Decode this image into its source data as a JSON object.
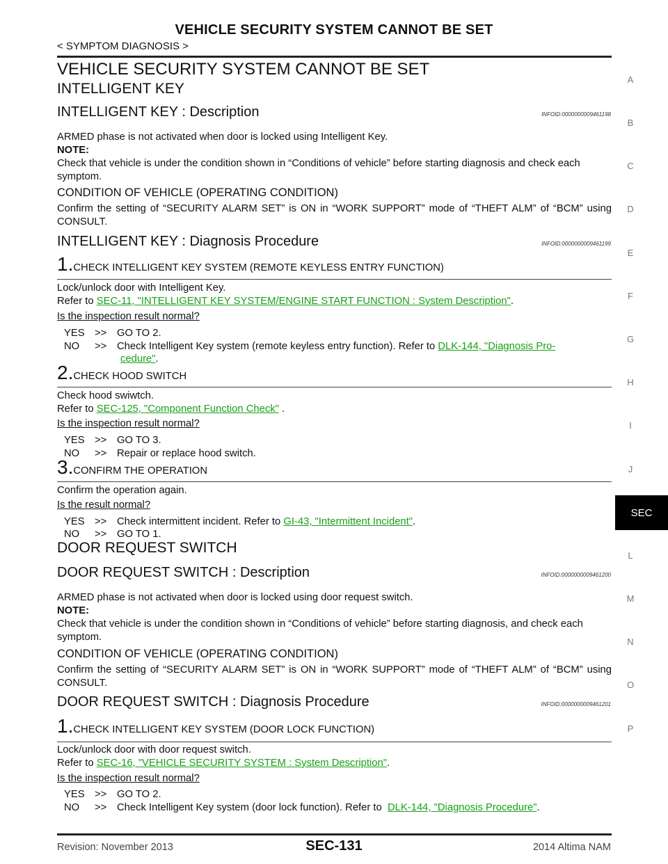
{
  "header": {
    "title": "VEHICLE SECURITY SYSTEM CANNOT BE SET",
    "crumb": "< SYMPTOM DIAGNOSIS >"
  },
  "section1": {
    "title": "VEHICLE SECURITY SYSTEM CANNOT BE SET",
    "subtitle": "INTELLIGENT KEY",
    "desc_heading": "INTELLIGENT KEY : Description",
    "desc_infoid": "INFOID:0000000009461198",
    "desc_text": "ARMED phase is not activated when door is locked using Intelligent Key.",
    "note_label": "NOTE:",
    "note_text": "Check that vehicle is under the condition shown in “Conditions of vehicle” before starting diagnosis and check each symptom.",
    "condition_heading": "CONDITION OF VEHICLE (OPERATING CONDITION)",
    "condition_text": "Confirm the setting of “SECURITY ALARM SET” is ON in “WORK SUPPORT” mode of “THEFT ALM” of “BCM” using CONSULT.",
    "diag_heading": "INTELLIGENT KEY : Diagnosis Procedure",
    "diag_infoid": "INFOID:0000000009461199",
    "step1": {
      "num": "1.",
      "title": "CHECK INTELLIGENT KEY SYSTEM (REMOTE KEYLESS ENTRY FUNCTION)",
      "line1": "Lock/unlock door with Intelligent Key.",
      "refer_prefix": "Refer to ",
      "refer_link": "SEC-11, \"INTELLIGENT KEY SYSTEM/ENGINE START FUNCTION : System Description\"",
      "refer_suffix": ".",
      "question": "Is the inspection result normal?",
      "yes_label": "YES",
      "yes_arrow": ">>",
      "yes_text": "GO TO 2.",
      "no_label": "NO",
      "no_arrow": ">>",
      "no_text": "Check Intelligent Key system (remote keyless entry function). Refer to ",
      "no_link_a": "DLK-144, \"Diagnosis Pro-",
      "no_link_b": "cedure\"",
      "no_suffix": "."
    },
    "step2": {
      "num": "2.",
      "title": "CHECK HOOD SWITCH",
      "line1": "Check hood swiwtch.",
      "refer_prefix": "Refer to ",
      "refer_link": "SEC-125, \"Component Function Check\"",
      "refer_suffix": " .",
      "question": "Is the inspection result normal?",
      "yes_label": "YES",
      "yes_arrow": ">>",
      "yes_text": "GO TO 3.",
      "no_label": "NO",
      "no_arrow": ">>",
      "no_text": "Repair or replace hood switch."
    },
    "step3": {
      "num": "3.",
      "title": "CONFIRM THE OPERATION",
      "line1": "Confirm the operation again.",
      "question": "Is the result normal?",
      "yes_label": "YES",
      "yes_arrow": ">>",
      "yes_text": "Check intermittent incident. Refer to ",
      "yes_link": "GI-43, \"Intermittent Incident\"",
      "yes_suffix": ".",
      "no_label": "NO",
      "no_arrow": ">>",
      "no_text": "GO TO 1."
    }
  },
  "section2": {
    "title": "DOOR REQUEST SWITCH",
    "desc_heading": "DOOR REQUEST SWITCH : Description",
    "desc_infoid": "INFOID:0000000009461200",
    "desc_text": "ARMED phase is not activated when door is locked using door request switch.",
    "note_label": "NOTE:",
    "note_text": "Check that vehicle is under the condition shown in “Conditions of vehicle” before starting diagnosis, and check each symptom.",
    "condition_heading": "CONDITION OF VEHICLE (OPERATING CONDITION)",
    "condition_text": "Confirm the setting of “SECURITY ALARM SET” is ON in “WORK SUPPORT” mode of “THEFT ALM” of “BCM” using CONSULT.",
    "diag_heading": "DOOR REQUEST SWITCH : Diagnosis Procedure",
    "diag_infoid": "INFOID:0000000009461201",
    "step1": {
      "num": "1.",
      "title": "CHECK INTELLIGENT KEY SYSTEM (DOOR LOCK FUNCTION)",
      "line1": "Lock/unlock door with door request switch.",
      "refer_prefix": "Refer to ",
      "refer_link": "SEC-16, \"VEHICLE SECURITY SYSTEM : System Description\"",
      "refer_suffix": ".",
      "question": "Is the inspection result normal?",
      "yes_label": "YES",
      "yes_arrow": ">>",
      "yes_text": "GO TO 2.",
      "no_label": "NO",
      "no_arrow": ">>",
      "no_text": "Check Intelligent Key system (door lock function). Refer to  ",
      "no_link": "DLK-144, \"Diagnosis Procedure\"",
      "no_suffix": "."
    }
  },
  "side_index": [
    "A",
    "B",
    "C",
    "D",
    "E",
    "F",
    "G",
    "H",
    "I",
    "J",
    "SEC",
    "L",
    "M",
    "N",
    "O",
    "P"
  ],
  "footer": {
    "left": "Revision: November 2013",
    "center": "SEC-131",
    "right": "2014 Altima NAM"
  },
  "colors": {
    "link": "#18a018",
    "tab_bg": "#000000"
  }
}
